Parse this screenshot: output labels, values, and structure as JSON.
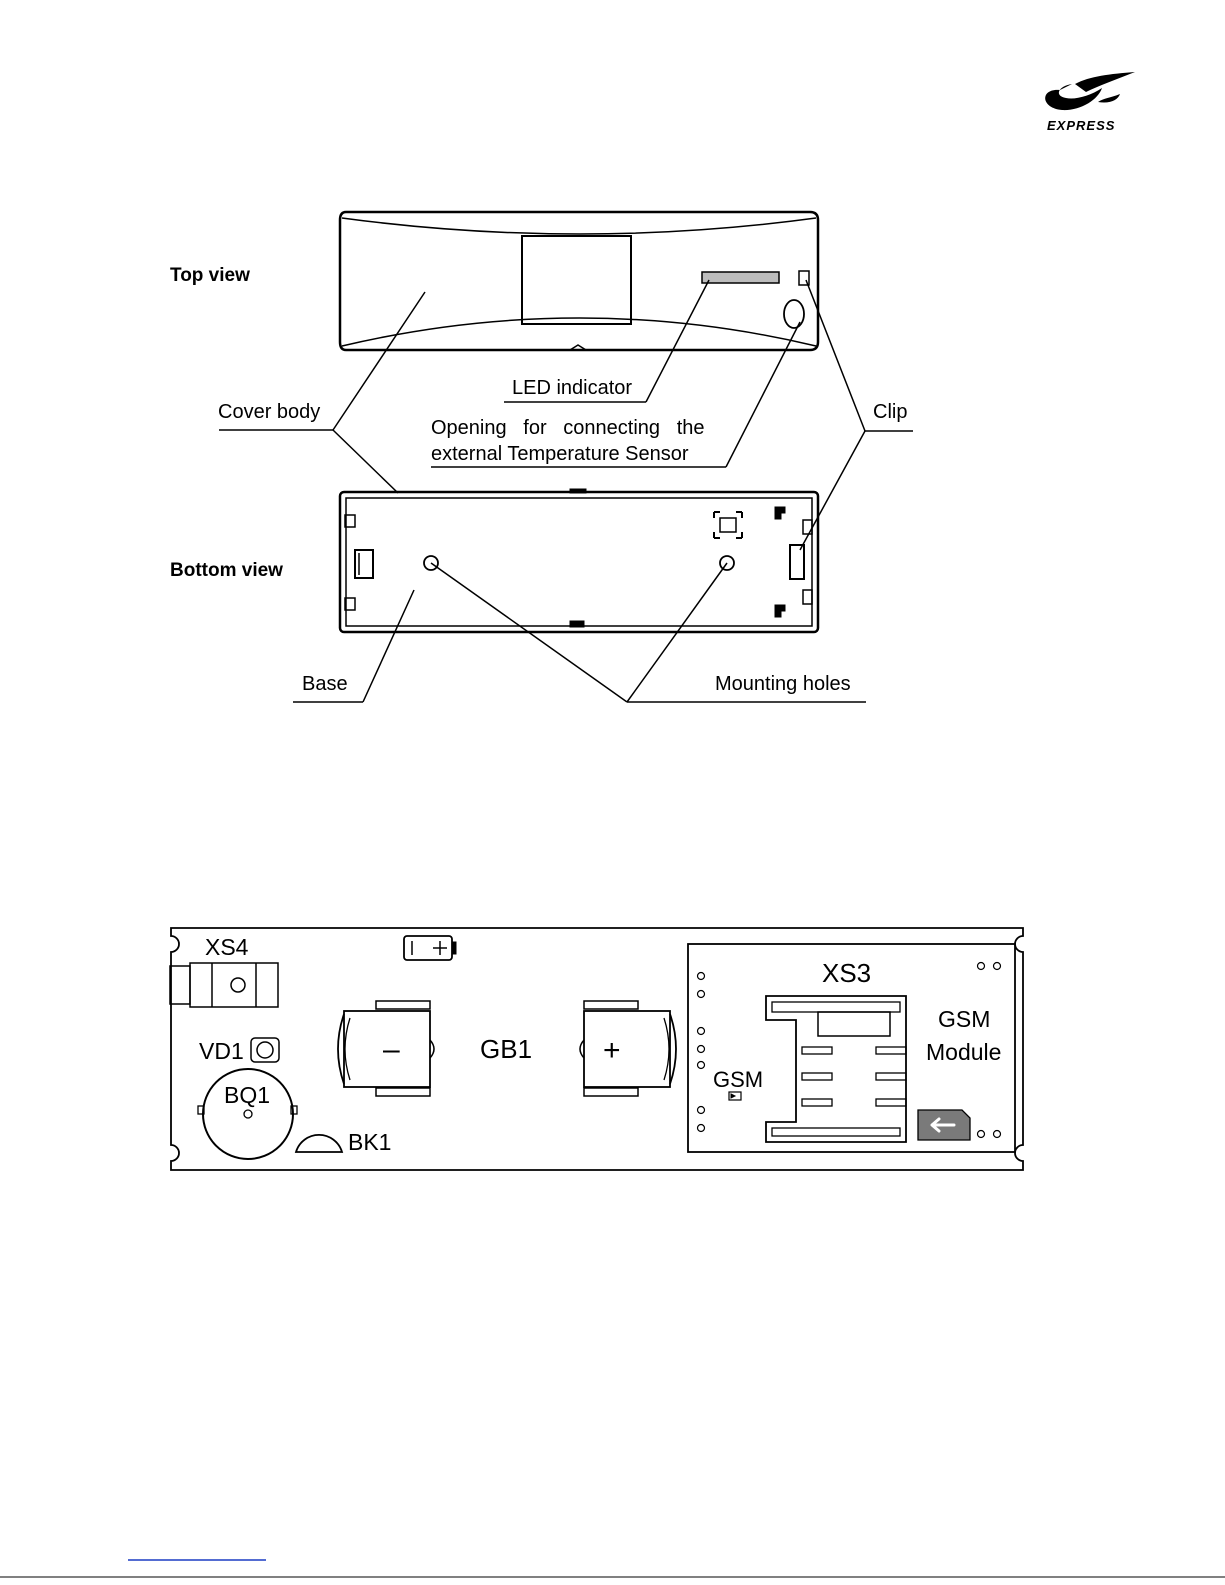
{
  "logo": {
    "text": "EXPRESS"
  },
  "enclosure": {
    "top_view_label": "Top view",
    "bottom_view_label": "Bottom view",
    "callouts": {
      "led_indicator": "LED indicator",
      "cover_body": "Cover body",
      "opening_line1": "Opening   for   connecting   the",
      "opening_line2": "external Temperature Sensor",
      "clip": "Clip",
      "base": "Base",
      "mounting_holes": "Mounting holes"
    }
  },
  "pcb": {
    "labels": {
      "xs4": "XS4",
      "vd1": "VD1",
      "bq1": "BQ1",
      "bk1": "BK1",
      "gb1": "GB1",
      "minus": "–",
      "plus": "+",
      "xs3": "XS3",
      "gsm": "GSM",
      "gsm_module_line1": "GSM",
      "gsm_module_line2": "Module"
    }
  }
}
